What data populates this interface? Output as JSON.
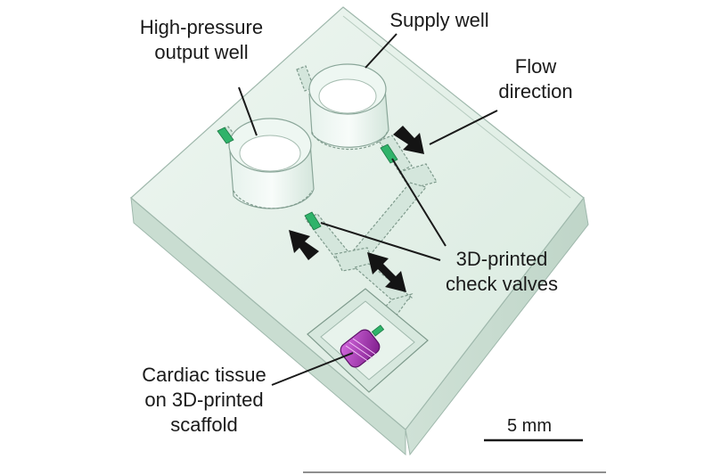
{
  "labels": {
    "high_pressure_well": [
      "High-pressure",
      "output well"
    ],
    "supply_well": "Supply well",
    "flow_direction": [
      "Flow",
      "direction"
    ],
    "check_valves": [
      "3D-printed",
      "check valves"
    ],
    "cardiac_tissue": [
      "Cardiac tissue",
      "on 3D-printed",
      "scaffold"
    ]
  },
  "scale_bar": {
    "label": "5 mm"
  },
  "colors": {
    "chip_fill": "#dfeee6",
    "chip_edge": "#9fb8ac",
    "valve_green": "#2fb36a",
    "tissue_purple": "#a42fb5",
    "arrow": "#141414"
  }
}
